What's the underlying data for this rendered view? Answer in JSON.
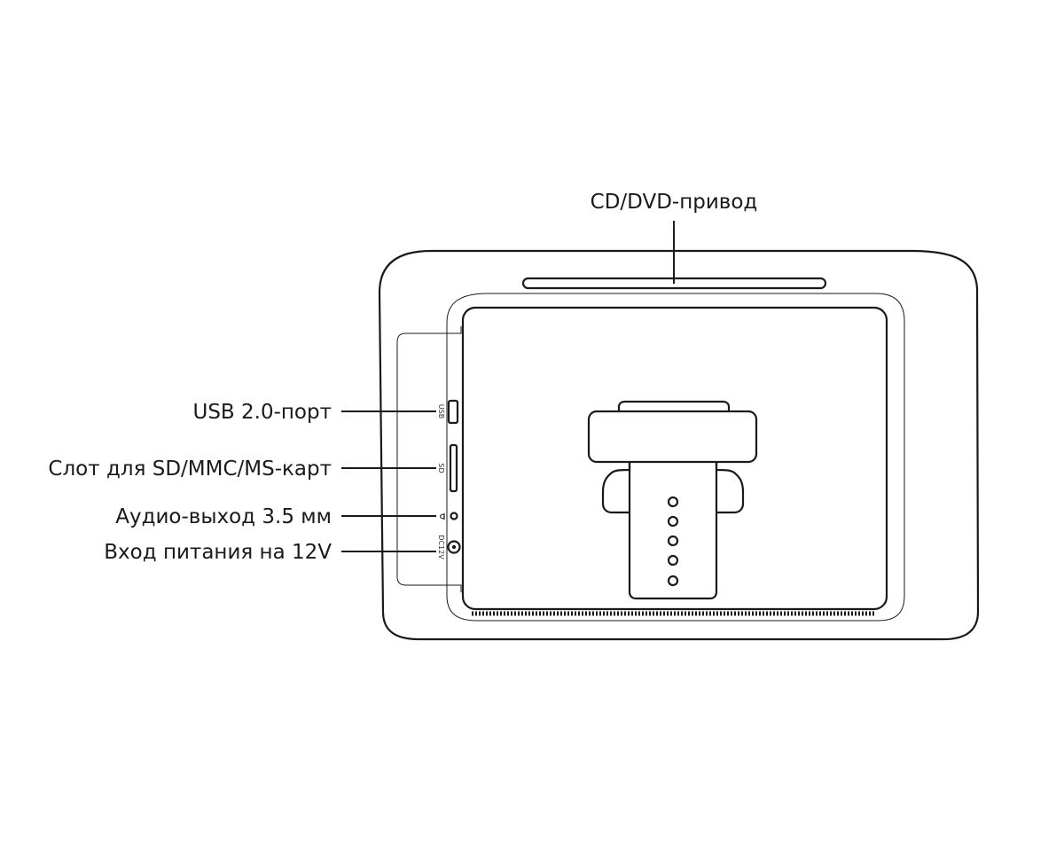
{
  "callouts": {
    "drive": "CD/DVD-привод",
    "usb": "USB 2.0-порт",
    "card_slot": "Слот для SD/MMC/MS-карт",
    "audio_out": "Аудио-выход 3.5 мм",
    "power_in": "Вход питания на 12V"
  },
  "port_labels": {
    "usb": "USB",
    "sd": "SD",
    "power": "DC12V"
  },
  "colors": {
    "line": "#1a1a1a",
    "background": "#ffffff"
  },
  "icons": {
    "headphone": "headphone-icon"
  }
}
